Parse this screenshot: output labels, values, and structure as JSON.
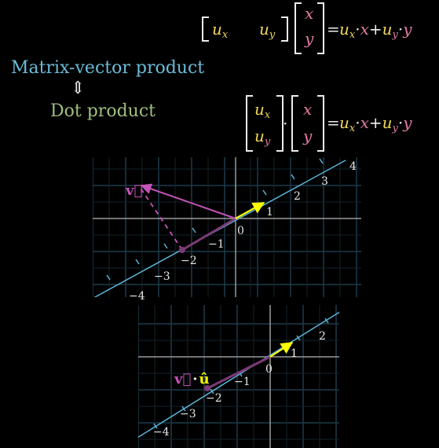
{
  "labels": {
    "matrix_vector": "Matrix-vector product",
    "equivalence_arrow": "⇕",
    "dot_product": "Dot product"
  },
  "eq1": {
    "row_u_x": "u",
    "row_u_x_sub": "x",
    "row_u_y": "u",
    "row_u_y_sub": "y",
    "vec_x": "x",
    "vec_y": "y",
    "eq": "=",
    "rhs_u1": "u",
    "rhs_u1_sub": "x",
    "rhs_dot1": "·",
    "rhs_x": "x",
    "rhs_plus": "+",
    "rhs_u2": "u",
    "rhs_u2_sub": "y",
    "rhs_dot2": "·",
    "rhs_y": "y"
  },
  "eq2": {
    "col_u_x": "u",
    "col_u_x_sub": "x",
    "col_u_y": "u",
    "col_u_y_sub": "y",
    "dot": "·",
    "vec_x": "x",
    "vec_y": "y",
    "eq": "=",
    "rhs_u1": "u",
    "rhs_u1_sub": "x",
    "rhs_dot1": "·",
    "rhs_x": "x",
    "rhs_plus": "+",
    "rhs_u2": "u",
    "rhs_u2_sub": "y",
    "rhs_dot2": "·",
    "rhs_y": "y"
  },
  "top_plot": {
    "vector_label": "v⃗",
    "origin_label": "0",
    "tick_labels": [
      "−4",
      "−3",
      "−2",
      "−1",
      "1",
      "2",
      "3",
      "4"
    ]
  },
  "bottom_plot": {
    "vector_label_v": "v⃗",
    "vector_label_dot": "·",
    "vector_label_u": "û",
    "origin_label": "0",
    "tick_labels": [
      "−4",
      "−3",
      "−2",
      "−1",
      "1",
      "2"
    ]
  },
  "colors": {
    "ux": "#f2d55c",
    "uy": "#f2d55c",
    "x": "#e27ca6",
    "y": "#e27ca6",
    "vector_v": "#c453b8",
    "unit_u": "#ffff00",
    "number_line": "#5ab4d6",
    "grid": "#1e3a4a",
    "axis": "#9a9a9a"
  }
}
